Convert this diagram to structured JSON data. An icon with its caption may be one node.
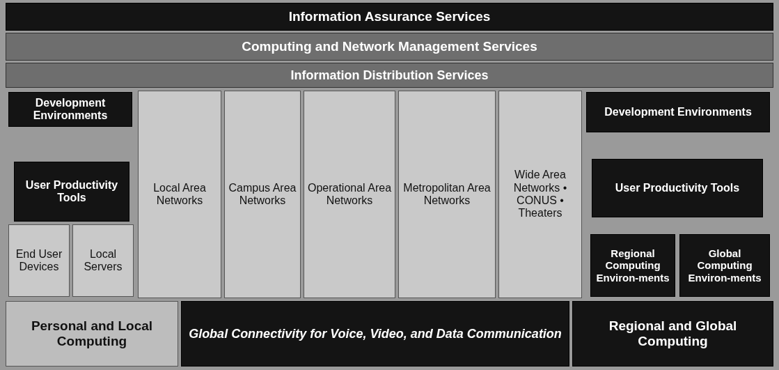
{
  "diagram": {
    "nodes": [
      {
        "text": [
          "Information Assurance Services"
        ]
      },
      {
        "text": [
          "Computing and Network Management Services"
        ]
      },
      {
        "text": [
          "Information Distribution Services"
        ]
      },
      {
        "text": [
          "Development Environments"
        ]
      },
      {
        "text": [
          "Local Area Networks"
        ]
      },
      {
        "text": [
          "Campus Area Networks"
        ]
      },
      {
        "text": [
          "Operational Area Networks"
        ]
      },
      {
        "text": [
          "Metropolitan Area Networks"
        ]
      },
      {
        "text": [
          "Wide Area Networks • CONUS • Theaters"
        ]
      },
      {
        "text": [
          "Development Environments"
        ]
      },
      {
        "text": [
          "User Productivity Tools"
        ]
      },
      {
        "text": [
          "User Productivity Tools"
        ]
      },
      {
        "text": [
          "End User Devices"
        ]
      },
      {
        "text": [
          "Local Servers"
        ]
      },
      {
        "text": [
          "Regional Computing Environ-ments"
        ]
      },
      {
        "text": [
          "Global Computing Environ-ments"
        ]
      },
      {
        "text": [
          "Personal and Local Computing"
        ]
      },
      {
        "text": [
          "Global Connectivity for Voice, Video, and Data Communication"
        ]
      },
      {
        "text": [
          "Regional and Global Computing"
        ]
      }
    ]
  }
}
